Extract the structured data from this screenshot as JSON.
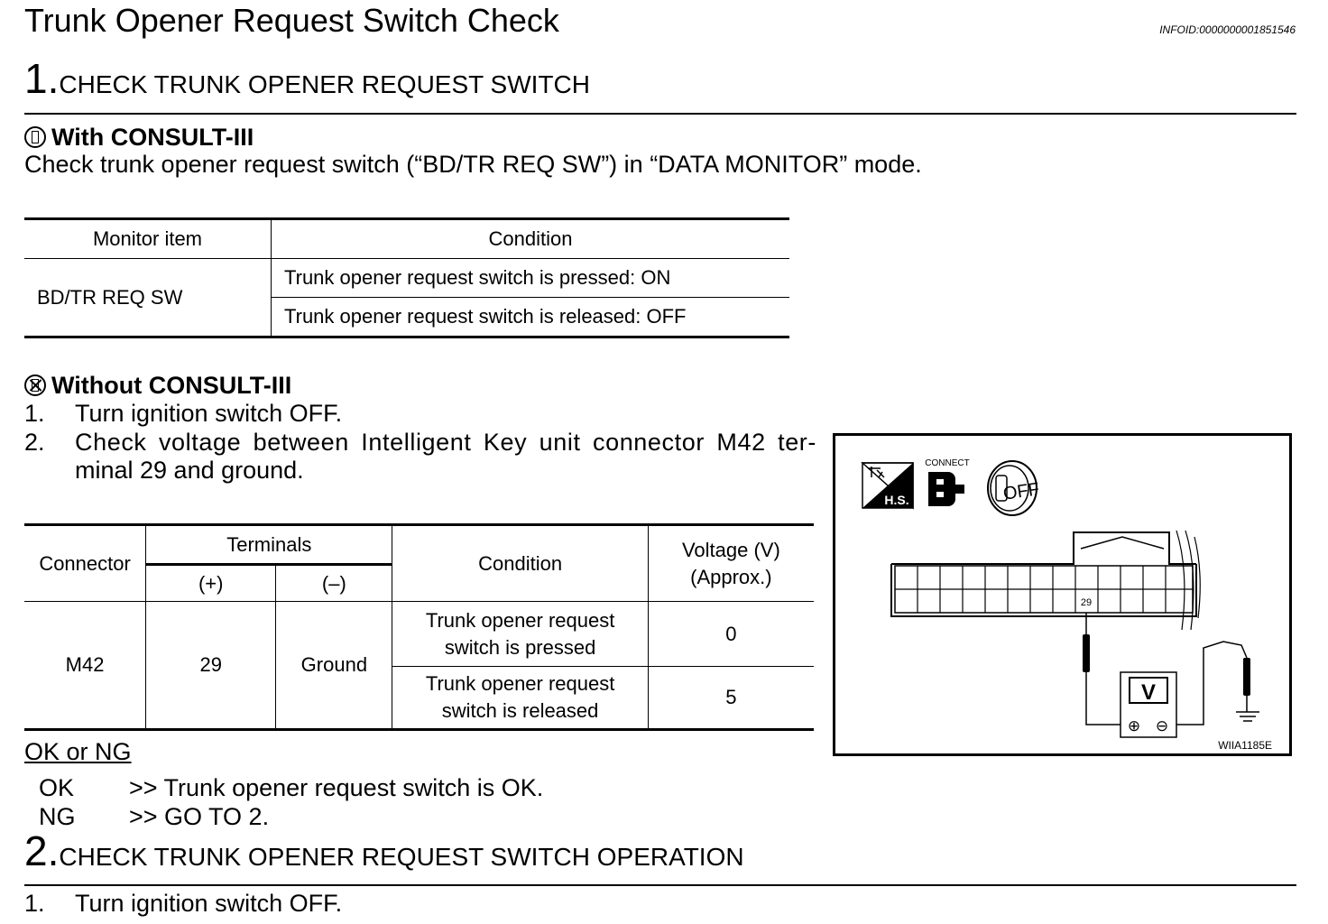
{
  "title": "Trunk Opener Request Switch Check",
  "infoid": "INFOID:0000000001851546",
  "step1": {
    "num": "1.",
    "text": "CHECK TRUNK OPENER REQUEST SWITCH"
  },
  "with_consult": {
    "heading": "With CONSULT-III",
    "text": "Check trunk opener request switch (“BD/TR REQ SW”) in “DATA MONITOR” mode."
  },
  "monitor_table": {
    "headers": [
      "Monitor item",
      "Condition"
    ],
    "item": "BD/TR REQ SW",
    "conditions": [
      "Trunk opener request switch is pressed: ON",
      "Trunk opener request switch is released: OFF"
    ]
  },
  "without_consult": {
    "heading": "Without CONSULT-III",
    "steps": [
      {
        "num": "1.",
        "text": "Turn ignition switch OFF."
      },
      {
        "num": "2.",
        "text_line1": "Check voltage between Intelligent Key unit connector M42 ter-",
        "text_line2": "minal 29 and ground."
      }
    ]
  },
  "voltage_table": {
    "headers": {
      "connector": "Connector",
      "terminals": "Terminals",
      "plus": "(+)",
      "minus": "(–)",
      "condition": "Condition",
      "voltage_line1": "Voltage (V)",
      "voltage_line2": "(Approx.)"
    },
    "connector": "M42",
    "plus": "29",
    "minus": "Ground",
    "rows": [
      {
        "cond_line1": "Trunk opener request",
        "cond_line2": "switch is pressed",
        "voltage": "0"
      },
      {
        "cond_line1": "Trunk opener request",
        "cond_line2": "switch is released",
        "voltage": "5"
      }
    ]
  },
  "ok_or_ng": {
    "heading": "OK or NG",
    "ok_label": "OK",
    "ok_text": ">> Trunk opener request switch is OK.",
    "ng_label": "NG",
    "ng_text": ">> GO TO 2."
  },
  "step2": {
    "num": "2.",
    "text": "CHECK TRUNK OPENER REQUEST SWITCH OPERATION"
  },
  "step2_items": [
    {
      "num": "1.",
      "text": "Turn ignition switch OFF."
    }
  ],
  "figure": {
    "hs_label": "H.S.",
    "connect_label": "CONNECT",
    "off_label": "OFF",
    "terminal_label": "29",
    "meter_label": "V",
    "plus_symbol": "⊕",
    "minus_symbol": "⊖",
    "code": "WIIA1185E"
  }
}
